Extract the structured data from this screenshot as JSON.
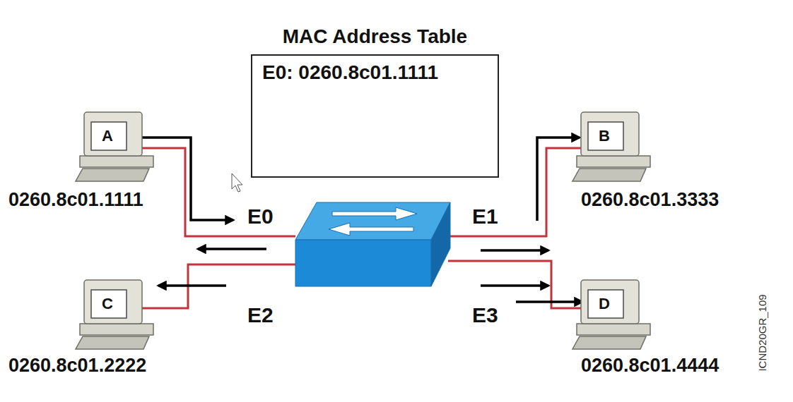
{
  "diagram": {
    "nodes": [
      {
        "text": [
          "MAC Address Table",
          "E0: 0260.8c01.1111"
        ]
      },
      {
        "text": [
          "A",
          "0260.8c01.1111"
        ]
      },
      {
        "text": [
          "B",
          "0260.8c01.3333"
        ]
      },
      {
        "text": [
          "C",
          "0260.8c01.2222"
        ]
      },
      {
        "text": [
          "D",
          "0260.8c01.4444"
        ]
      }
    ],
    "labels": [
      "E0",
      "E1",
      "E2",
      "E3",
      "ICND20GR_109"
    ]
  }
}
